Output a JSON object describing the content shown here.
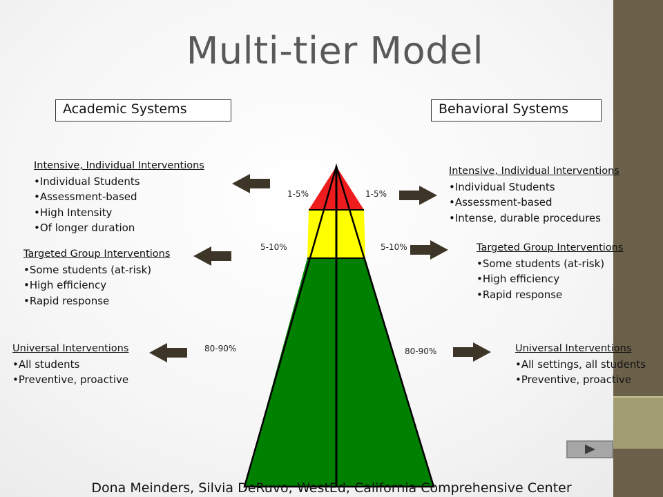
{
  "title": "Multi-tier Model",
  "academic_label": "Academic Systems",
  "behavioral_label": "Behavioral Systems",
  "colors": {
    "red": "#ee1c1c",
    "yellow": "#ffff00",
    "green": "#008000",
    "arrow": "#3d3528",
    "side_bar": "#6b604a"
  },
  "academic": {
    "intensive": {
      "heading": "Intensive, Individual Interventions",
      "items": [
        "•Individual Students",
        "•Assessment-based",
        "•High Intensity",
        "•Of longer duration"
      ]
    },
    "targeted": {
      "heading": "Targeted Group Interventions",
      "items": [
        "•Some students (at-risk)",
        "•High efficiency",
        "•Rapid response"
      ]
    },
    "universal": {
      "heading": "Universal Interventions",
      "items": [
        "•All students",
        "•Preventive, proactive"
      ]
    }
  },
  "behavioral": {
    "intensive": {
      "heading": "Intensive, Individual Interventions",
      "items": [
        "•Individual Students",
        "•Assessment-based",
        "•Intense, durable procedures"
      ]
    },
    "targeted": {
      "heading": "Targeted Group Interventions",
      "items": [
        "•Some students (at-risk)",
        "•High efficiency",
        "•Rapid response"
      ]
    },
    "universal": {
      "heading": "Universal Interventions",
      "items": [
        "•All settings, all students",
        "•Preventive, proactive"
      ]
    }
  },
  "percentages": {
    "left_top": "1-5%",
    "right_top": "1-5%",
    "left_mid": "5-10%",
    "right_mid": "5-10%",
    "left_bottom": "80-90%",
    "right_bottom": "80-90%"
  },
  "footer": "Dona Meinders, Silvia DeRuvo; WestEd, California Comprehensive Center",
  "nav": {
    "icon": "play-next-icon"
  }
}
